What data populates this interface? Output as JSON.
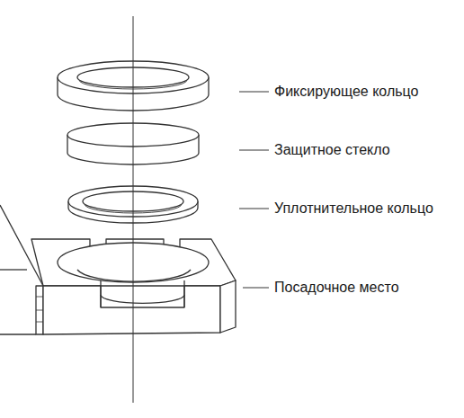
{
  "diagram": {
    "labels": [
      "Фиксирующее кольцо",
      "Защитное стекло",
      "Уплотнительное кольцо",
      "Посадочное место"
    ]
  }
}
